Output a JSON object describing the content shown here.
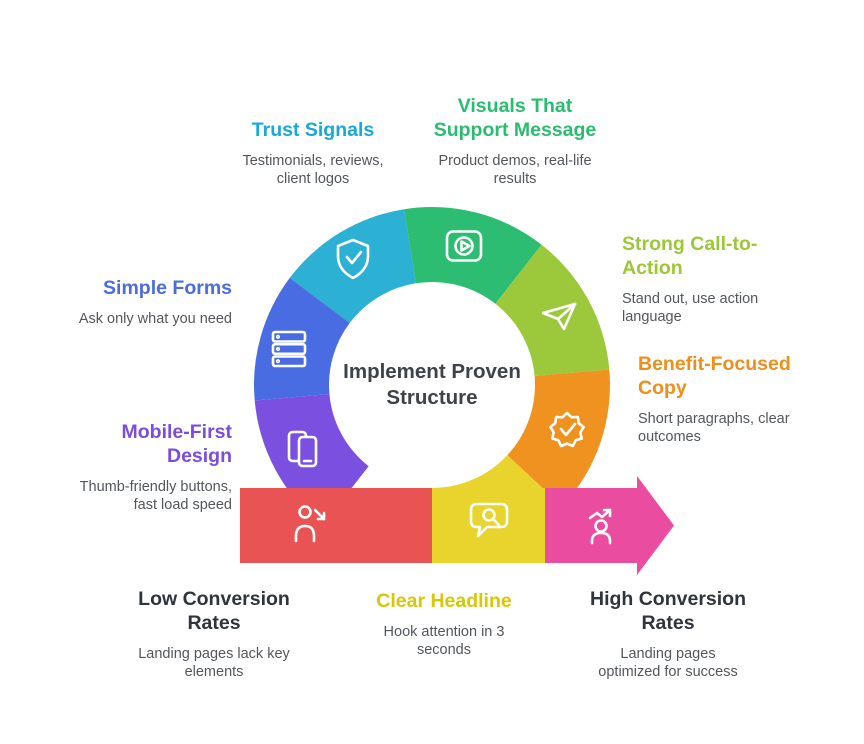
{
  "center": {
    "lines": [
      "Implement Proven",
      "Structure"
    ],
    "color": "#3d434b"
  },
  "colors": {
    "background": "#ffffff",
    "description_text": "#53575c",
    "icon_stroke": "#ffffff"
  },
  "segments": [
    {
      "id": "trust-signals",
      "title_lines": [
        "Trust Signals"
      ],
      "desc_lines": [
        "Testimonials, reviews,",
        "client logos"
      ],
      "color": "#2cb0d3",
      "title_color": "#18a8da",
      "icon": "shield-check-icon"
    },
    {
      "id": "visuals-support",
      "title_lines": [
        "Visuals That",
        "Support Message"
      ],
      "desc_lines": [
        "Product demos, real-life",
        "results"
      ],
      "color": "#2cbd72",
      "title_color": "#2bbc70",
      "icon": "video-demo-icon"
    },
    {
      "id": "strong-cta",
      "title_lines": [
        "Strong Call-to-",
        "Action"
      ],
      "desc_lines": [
        "Stand out, use action",
        "language"
      ],
      "color": "#9cc93c",
      "title_color": "#9cc838",
      "icon": "click-action-icon"
    },
    {
      "id": "benefit-copy",
      "title_lines": [
        "Benefit-Focused",
        "Copy"
      ],
      "desc_lines": [
        "Short paragraphs, clear",
        "outcomes"
      ],
      "color": "#f0921f",
      "title_color": "#ee8e1b",
      "icon": "badge-check-icon"
    },
    {
      "id": "clear-headline",
      "title_lines": [
        "Clear Headline"
      ],
      "desc_lines": [
        "Hook attention in 3",
        "seconds"
      ],
      "color": "#e9d32d",
      "title_color": "#d8c707",
      "icon": "speech-search-icon"
    },
    {
      "id": "high-conversion",
      "title_lines": [
        "High Conversion",
        "Rates"
      ],
      "desc_lines": [
        "Landing pages",
        "optimized for success"
      ],
      "color": "#ea4c9f",
      "title_color": "#2f353c",
      "icon": "person-growth-icon"
    },
    {
      "id": "low-conversion",
      "title_lines": [
        "Low Conversion",
        "Rates"
      ],
      "desc_lines": [
        "Landing pages lack key",
        "elements"
      ],
      "color": "#e95353",
      "title_color": "#2f353c",
      "icon": "person-decline-icon"
    },
    {
      "id": "mobile-first",
      "title_lines": [
        "Mobile-First",
        "Design"
      ],
      "desc_lines": [
        "Thumb-friendly buttons,",
        "fast load speed"
      ],
      "color": "#7b50e0",
      "title_color": "#7a4ce2",
      "icon": "smartphone-icon"
    },
    {
      "id": "simple-forms",
      "title_lines": [
        "Simple Forms"
      ],
      "desc_lines": [
        "Ask only what you need"
      ],
      "color": "#4a6ce2",
      "title_color": "#4a6ce2",
      "icon": "form-fields-icon"
    }
  ]
}
